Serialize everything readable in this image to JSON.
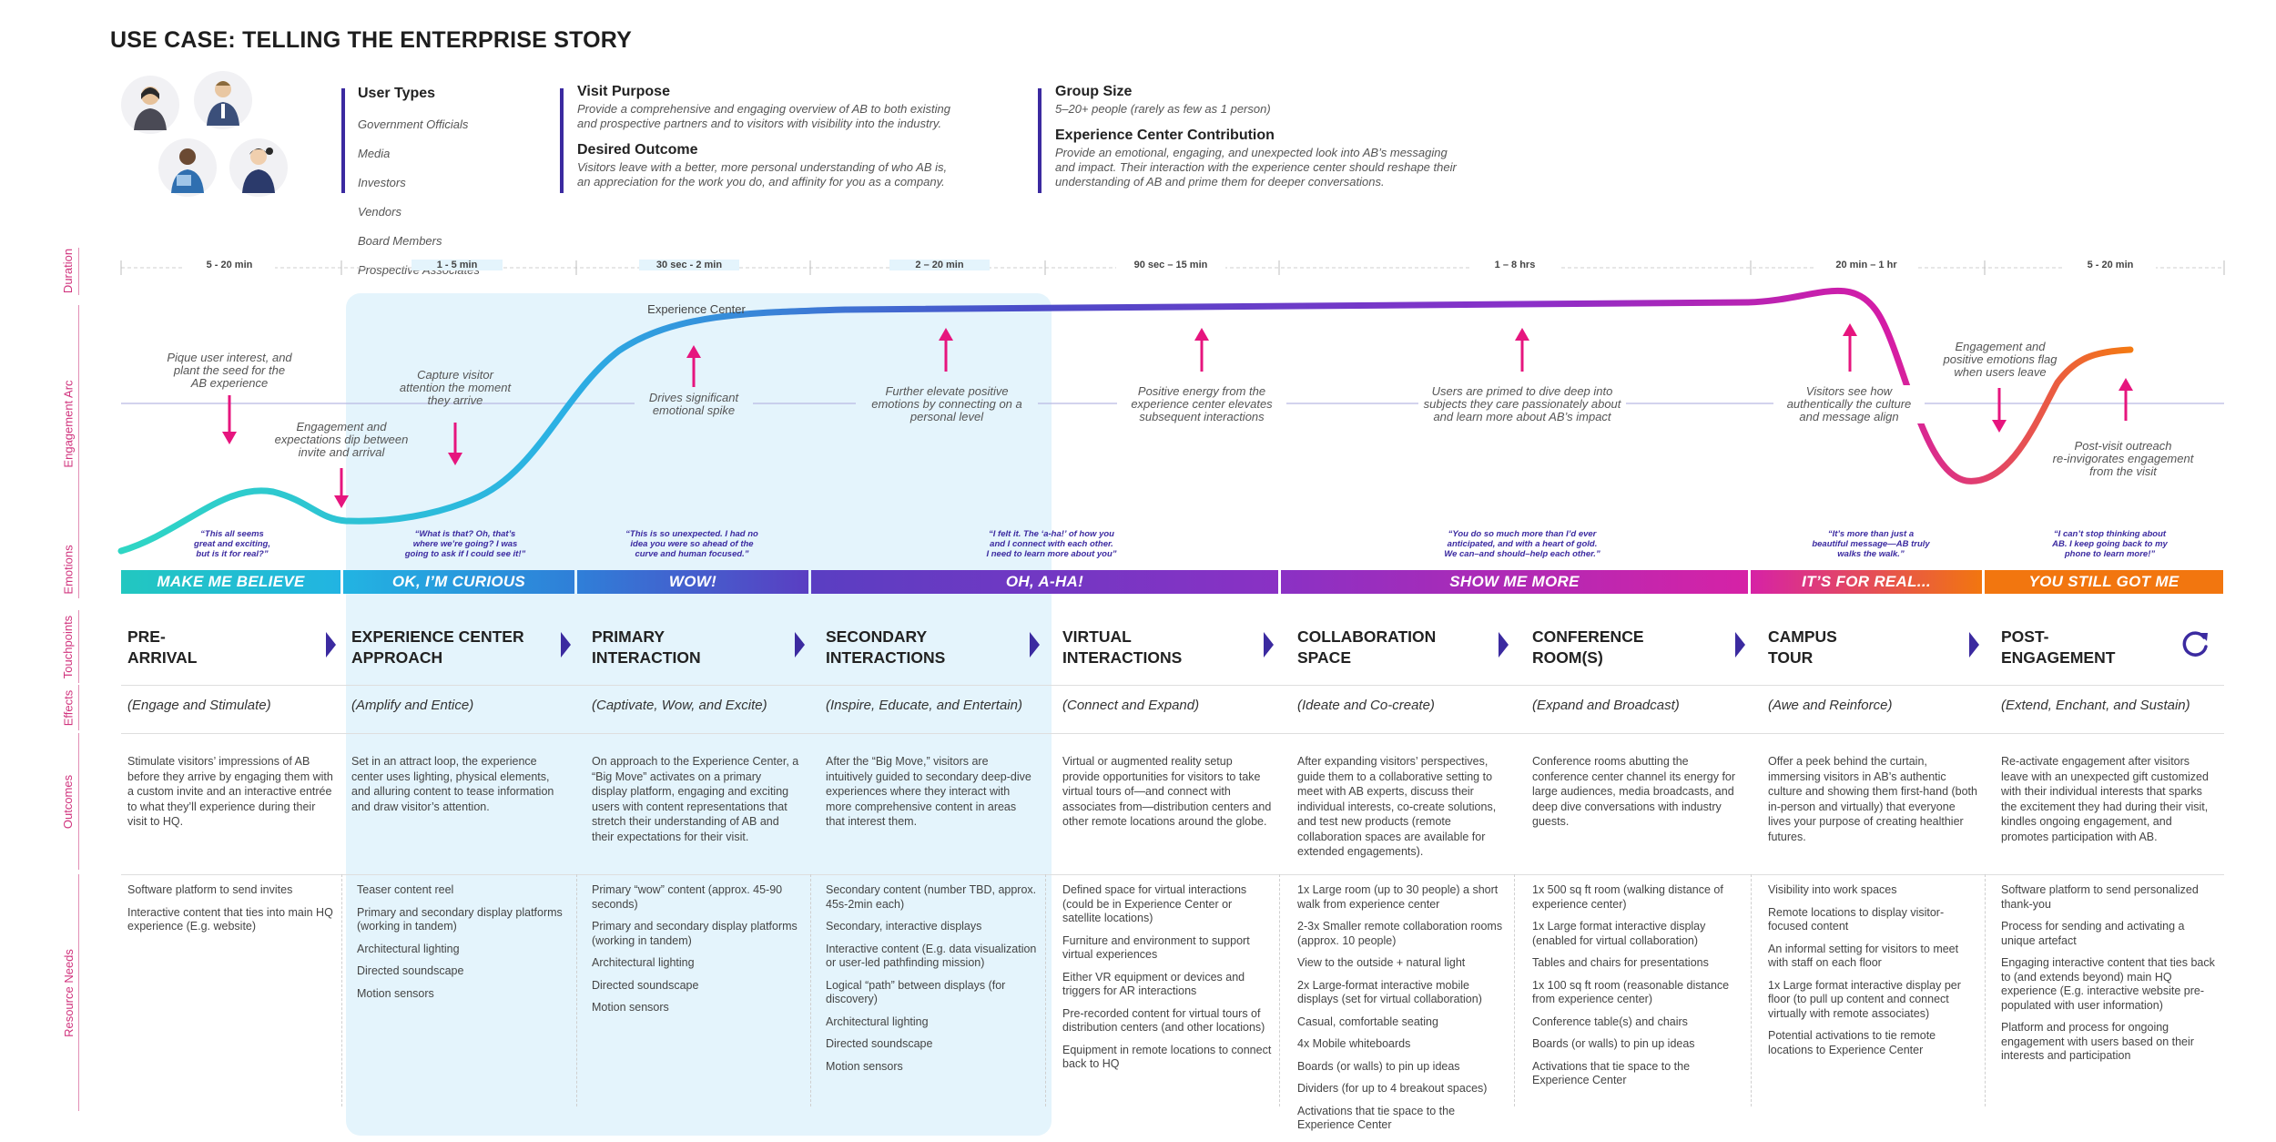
{
  "title": "USE CASE: TELLING THE ENTERPRISE STORY",
  "header": {
    "user_types": {
      "heading": "User Types",
      "items": [
        "Government Officials",
        "Media",
        "Investors",
        "Vendors",
        "Board Members",
        "Prospective Associates"
      ]
    },
    "visit_purpose": {
      "heading": "Visit Purpose",
      "text": "Provide a comprehensive and engaging overview of AB to both existing\nand prospective partners and to visitors with visibility into the industry."
    },
    "desired_outcome": {
      "heading": "Desired Outcome",
      "text": "Visitors leave with a better, more personal understanding of who AB is,\nan appreciation for the work you do, and affinity for you as a company."
    },
    "group_size": {
      "heading": "Group Size",
      "text": "5–20+ people (rarely as few as 1 person)"
    },
    "contribution": {
      "heading": "Experience Center Contribution",
      "text": "Provide an emotional, engaging, and unexpected look into AB’s messaging\nand impact. Their interaction with the experience center should reshape their\nunderstanding of AB and prime them for deeper conversations."
    }
  },
  "row_labels": {
    "duration": "Duration",
    "arc": "Engagement Arc",
    "emotions": "Emotions",
    "touchpoints": "Touchpoints",
    "effects": "Effects",
    "outcomes": "Outcomes",
    "resources": "Resource Needs"
  },
  "durations": [
    "5 - 20 min",
    "1 - 5 min",
    "30 sec - 2 min",
    "2 – 20 min",
    "90 sec – 15 min",
    "1 – 8 hrs",
    "20 min – 1 hr",
    "5 - 20 min"
  ],
  "experience_center_label": "Experience Center",
  "annotations": [
    "Pique user interest, and\nplant the seed for the\nAB experience",
    "Engagement and\nexpectations dip between\ninvite and arrival",
    "Capture visitor\nattention the moment\nthey arrive",
    "Drives significant\nemotional spike",
    "Further elevate positive\nemotions by connecting on a\npersonal level",
    "Positive energy from the\nexperience center elevates\nsubsequent interactions",
    "Users are primed to dive deep into\nsubjects they care passionately about\nand learn more about AB’s impact",
    "Visitors see how\nauthentically the culture\nand message align",
    "Engagement and\npositive emotions flag\nwhen users leave",
    "Post-visit outreach\nre-invigorates engagement\nfrom the visit"
  ],
  "quotes": [
    "“This all seems\ngreat and exciting,\nbut is it for real?”",
    "“What is that? Oh, that’s\nwhere we’re going? I was\ngoing to ask if I could see it!”",
    "“This is so unexpected. I had no\nidea you were so ahead of the\ncurve and human focused.”",
    "“I felt it. The ‘a-ha!’ of how you\nand I connect with each other.\nI need to learn more about you”",
    "“You do so much more than I’d ever\nanticipated, and with a heart of gold.\nWe can–and should–help each other.”",
    "“It’s more than just a\nbeautiful message—AB truly\nwalks the walk.”",
    "“I can’t stop thinking about\nAB. I keep going back to my\nphone to learn more!”"
  ],
  "emotions": [
    "MAKE ME BELIEVE",
    "OK, I’M CURIOUS",
    "WOW!",
    "OH, A-HA!",
    "SHOW ME MORE",
    "IT’S FOR REAL...",
    "YOU STILL GOT ME"
  ],
  "emotion_colors": [
    "#22c7c0",
    "#22b4e2",
    "#2f7fd8",
    "#5a3ec2",
    "#8a31c4",
    "#d622a6",
    "#f2760f"
  ],
  "curve_colors": {
    "start": "#2fd6c4",
    "mid1": "#2bb0e4",
    "mid2": "#4b4bc8",
    "mid3": "#8a2fc8",
    "mid4": "#d51ca6",
    "end": "#f47a12"
  },
  "accent_color": "#e6157e",
  "touchpoints": [
    "PRE-\nARRIVAL",
    "EXPERIENCE CENTER\nAPPROACH",
    "PRIMARY\nINTERACTION",
    "SECONDARY\nINTERACTIONS",
    "VIRTUAL\nINTERACTIONS",
    "COLLABORATION\nSPACE",
    "CONFERENCE\nROOM(S)",
    "CAMPUS\nTOUR",
    "POST-\nENGAGEMENT"
  ],
  "effects": [
    "(Engage and Stimulate)",
    "(Amplify and Entice)",
    "(Captivate, Wow, and Excite)",
    "(Inspire, Educate, and Entertain)",
    "(Connect and Expand)",
    "(Ideate and Co-create)",
    "(Expand and Broadcast)",
    "(Awe and Reinforce)",
    "(Extend, Enchant, and Sustain)"
  ],
  "outcomes": [
    "Stimulate visitors’ impressions of AB before they arrive by engaging them with a custom invite and an interactive entrée to what they’ll experience during their visit to HQ.",
    "Set in an attract loop, the experience center uses lighting, physical elements, and alluring content to tease information and draw visitor’s attention.",
    "On approach to the Experience Center, a “Big Move” activates on a primary display platform, engaging and exciting users with content representations that stretch their understanding of AB and their expectations for their visit.",
    "After the “Big Move,” visitors are intuitively guided to secondary deep-dive experiences where they interact with more comprehensive content in areas that interest them.",
    "Virtual or augmented reality setup provide opportunities for visitors to take virtual tours of—and connect with associates from—distribution centers and other remote locations around the globe.",
    "After expanding visitors’ perspectives, guide them to a collaborative setting to meet with AB experts, discuss their individual interests, co-create solutions, and test new products (remote collaboration spaces are available for extended engagements).",
    "Conference rooms abutting the conference center channel its energy for large audiences, media broadcasts, and deep dive conversations with industry guests.",
    "Offer a peek behind the curtain, immersing visitors in AB’s authentic culture and showing them first-hand (both in-person and virtually) that everyone lives your purpose of creating healthier futures.",
    "Re-activate engagement after visitors leave with an unexpected gift customized with their individual interests that sparks the excitement they had during their visit, kindles ongoing engagement, and promotes participation with AB."
  ],
  "resources": [
    [
      "Software platform to send invites",
      "Interactive content that ties into main HQ experience (E.g. website)"
    ],
    [
      "Teaser content reel",
      "Primary and secondary display platforms (working in tandem)",
      "Architectural lighting",
      "Directed soundscape",
      "Motion sensors"
    ],
    [
      "Primary “wow” content (approx. 45-90 seconds)",
      "Primary and secondary display platforms (working in tandem)",
      "Architectural lighting",
      "Directed soundscape",
      "Motion sensors"
    ],
    [
      "Secondary content (number TBD, approx. 45s-2min each)",
      "Secondary, interactive displays",
      "Interactive content (E.g. data visualization or user-led pathfinding mission)",
      "Logical “path” between displays (for discovery)",
      "Architectural lighting",
      "Directed soundscape",
      "Motion sensors"
    ],
    [
      "Defined space for virtual interactions (could be in Experience Center or satellite locations)",
      "Furniture and environment to support virtual experiences",
      "Either VR equipment or devices and triggers for AR interactions",
      "Pre-recorded content for virtual tours of distribution centers (and other locations)",
      "Equipment in remote locations to connect back to HQ"
    ],
    [
      "1x Large room (up to 30 people) a short walk from experience center",
      "2-3x Smaller remote collaboration rooms (approx. 10 people)",
      "View to the outside + natural light",
      "2x Large-format interactive mobile displays (set for virtual collaboration)",
      "Casual, comfortable seating",
      "4x Mobile whiteboards",
      "Boards (or walls) to pin up ideas",
      "Dividers (for up to 4 breakout spaces)",
      "Activations that tie space to the Experience Center"
    ],
    [
      "1x 500 sq ft room (walking distance of experience center)",
      "1x Large format interactive display (enabled for virtual collaboration)",
      "Tables and chairs for presentations",
      "1x 100 sq ft room (reasonable distance from experience center)",
      "Conference table(s) and chairs",
      "Boards (or walls) to pin up ideas",
      "Activations that tie space to the Experience Center"
    ],
    [
      "Visibility into work spaces",
      "Remote locations to display visitor-focused content",
      "An informal setting for visitors to meet with staff on each floor",
      "1x Large format interactive display per floor (to pull up content and connect virtually with remote associates)",
      "Potential activations to tie remote locations to Experience Center"
    ],
    [
      "Software platform to send personalized thank-you",
      "Process for sending and activating a unique artefact",
      "Engaging interactive content that ties back to (and extends beyond) main HQ experience (E.g. interactive website pre-populated with user information)",
      "Platform and process for ongoing engagement with users based on their interests and participation"
    ]
  ]
}
